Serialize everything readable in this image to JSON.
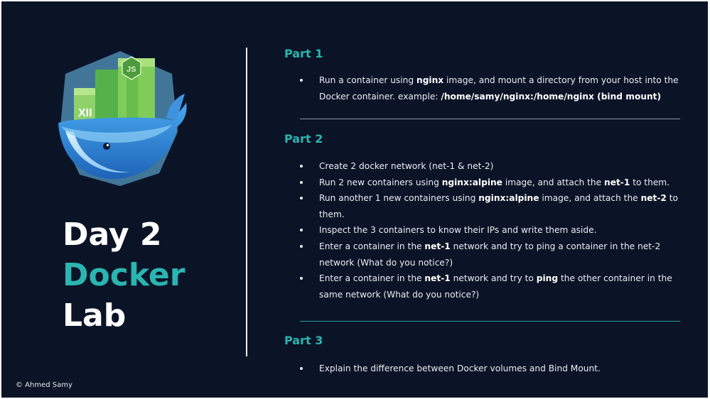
{
  "title": {
    "line1": "Day 2",
    "line2": "Docker",
    "line3": "Lab"
  },
  "copyright": "© Ahmed Samy",
  "logo": {
    "badge_left": "XII",
    "badge_right": "JS"
  },
  "colors": {
    "background": "#0b1427",
    "accent": "#2bb5b0",
    "text": "#e9edf2"
  },
  "parts": [
    {
      "title": "Part 1",
      "items": [
        [
          {
            "t": "Run a container using "
          },
          {
            "t": "nginx",
            "b": true
          },
          {
            "t": " image, and mount a directory from your host into the Docker container. example: "
          },
          {
            "t": "/home/samy/nginx:/home/nginx (bind mount)",
            "b": true
          }
        ]
      ]
    },
    {
      "title": "Part 2",
      "items": [
        [
          {
            "t": "Create 2 docker network (net-1 & net-2)"
          }
        ],
        [
          {
            "t": "Run 2 new containers using "
          },
          {
            "t": "nginx:alpine",
            "b": true
          },
          {
            "t": " image, and attach the "
          },
          {
            "t": "net-1",
            "b": true
          },
          {
            "t": " to them."
          }
        ],
        [
          {
            "t": "Run another 1 new containers using "
          },
          {
            "t": "nginx:alpine",
            "b": true
          },
          {
            "t": " image, and attach the "
          },
          {
            "t": "net-2",
            "b": true
          },
          {
            "t": " to them."
          }
        ],
        [
          {
            "t": "Inspect the 3 containers to know their IPs and write them aside."
          }
        ],
        [
          {
            "t": "Enter a container in the "
          },
          {
            "t": "net-1",
            "b": true
          },
          {
            "t": " network and try to ping a container in the net-2 network (What do you notice?)"
          }
        ],
        [
          {
            "t": "Enter a container in the "
          },
          {
            "t": "net-1",
            "b": true
          },
          {
            "t": " network and try to "
          },
          {
            "t": "ping",
            "b": true
          },
          {
            "t": " the other container in the same network (What do you notice?)"
          }
        ]
      ]
    },
    {
      "title": "Part 3",
      "items": [
        [
          {
            "t": "Explain the difference between Docker volumes and Bind Mount."
          }
        ]
      ]
    }
  ]
}
